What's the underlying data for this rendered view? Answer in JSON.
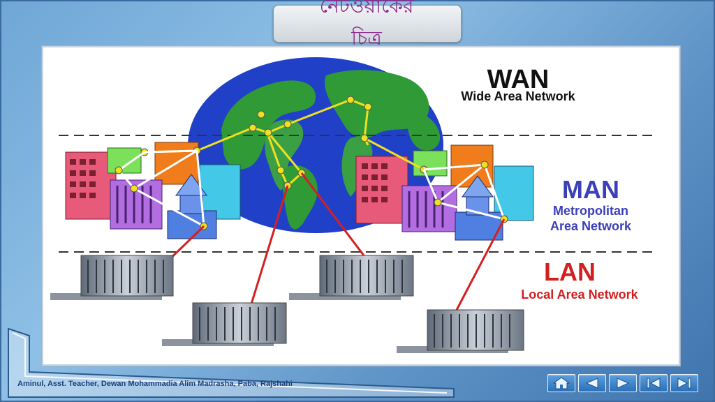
{
  "slide": {
    "title": "নেটওয়ার্কের\nচিত্র",
    "footer_credit": "Aminul, Asst. Teacher, Dewan Mohammadia Alim Madrasha, Paba, Rajshahi"
  },
  "diagram": {
    "wan": {
      "abbr": "WAN",
      "full": "Wide Area Network"
    },
    "man": {
      "abbr": "MAN",
      "full_line1": "Metropolitan",
      "full_line2": "Area Network"
    },
    "lan": {
      "abbr": "LAN",
      "full": "Local Area Network"
    }
  },
  "colors": {
    "title": "#8a2c8e",
    "man_text": "#3b3fb8",
    "lan_text": "#d41f1f",
    "wan_text": "#111111",
    "link_red": "#d42020",
    "link_yellow": "#f0e020",
    "ocean": "#1f3fbf",
    "land": "#3a9a3a"
  },
  "nav": {
    "home_icon": "home-icon",
    "prev_icon": "triangle-left-icon",
    "next_icon": "triangle-right-icon",
    "first_icon": "skip-first-icon",
    "last_icon": "skip-last-icon"
  }
}
